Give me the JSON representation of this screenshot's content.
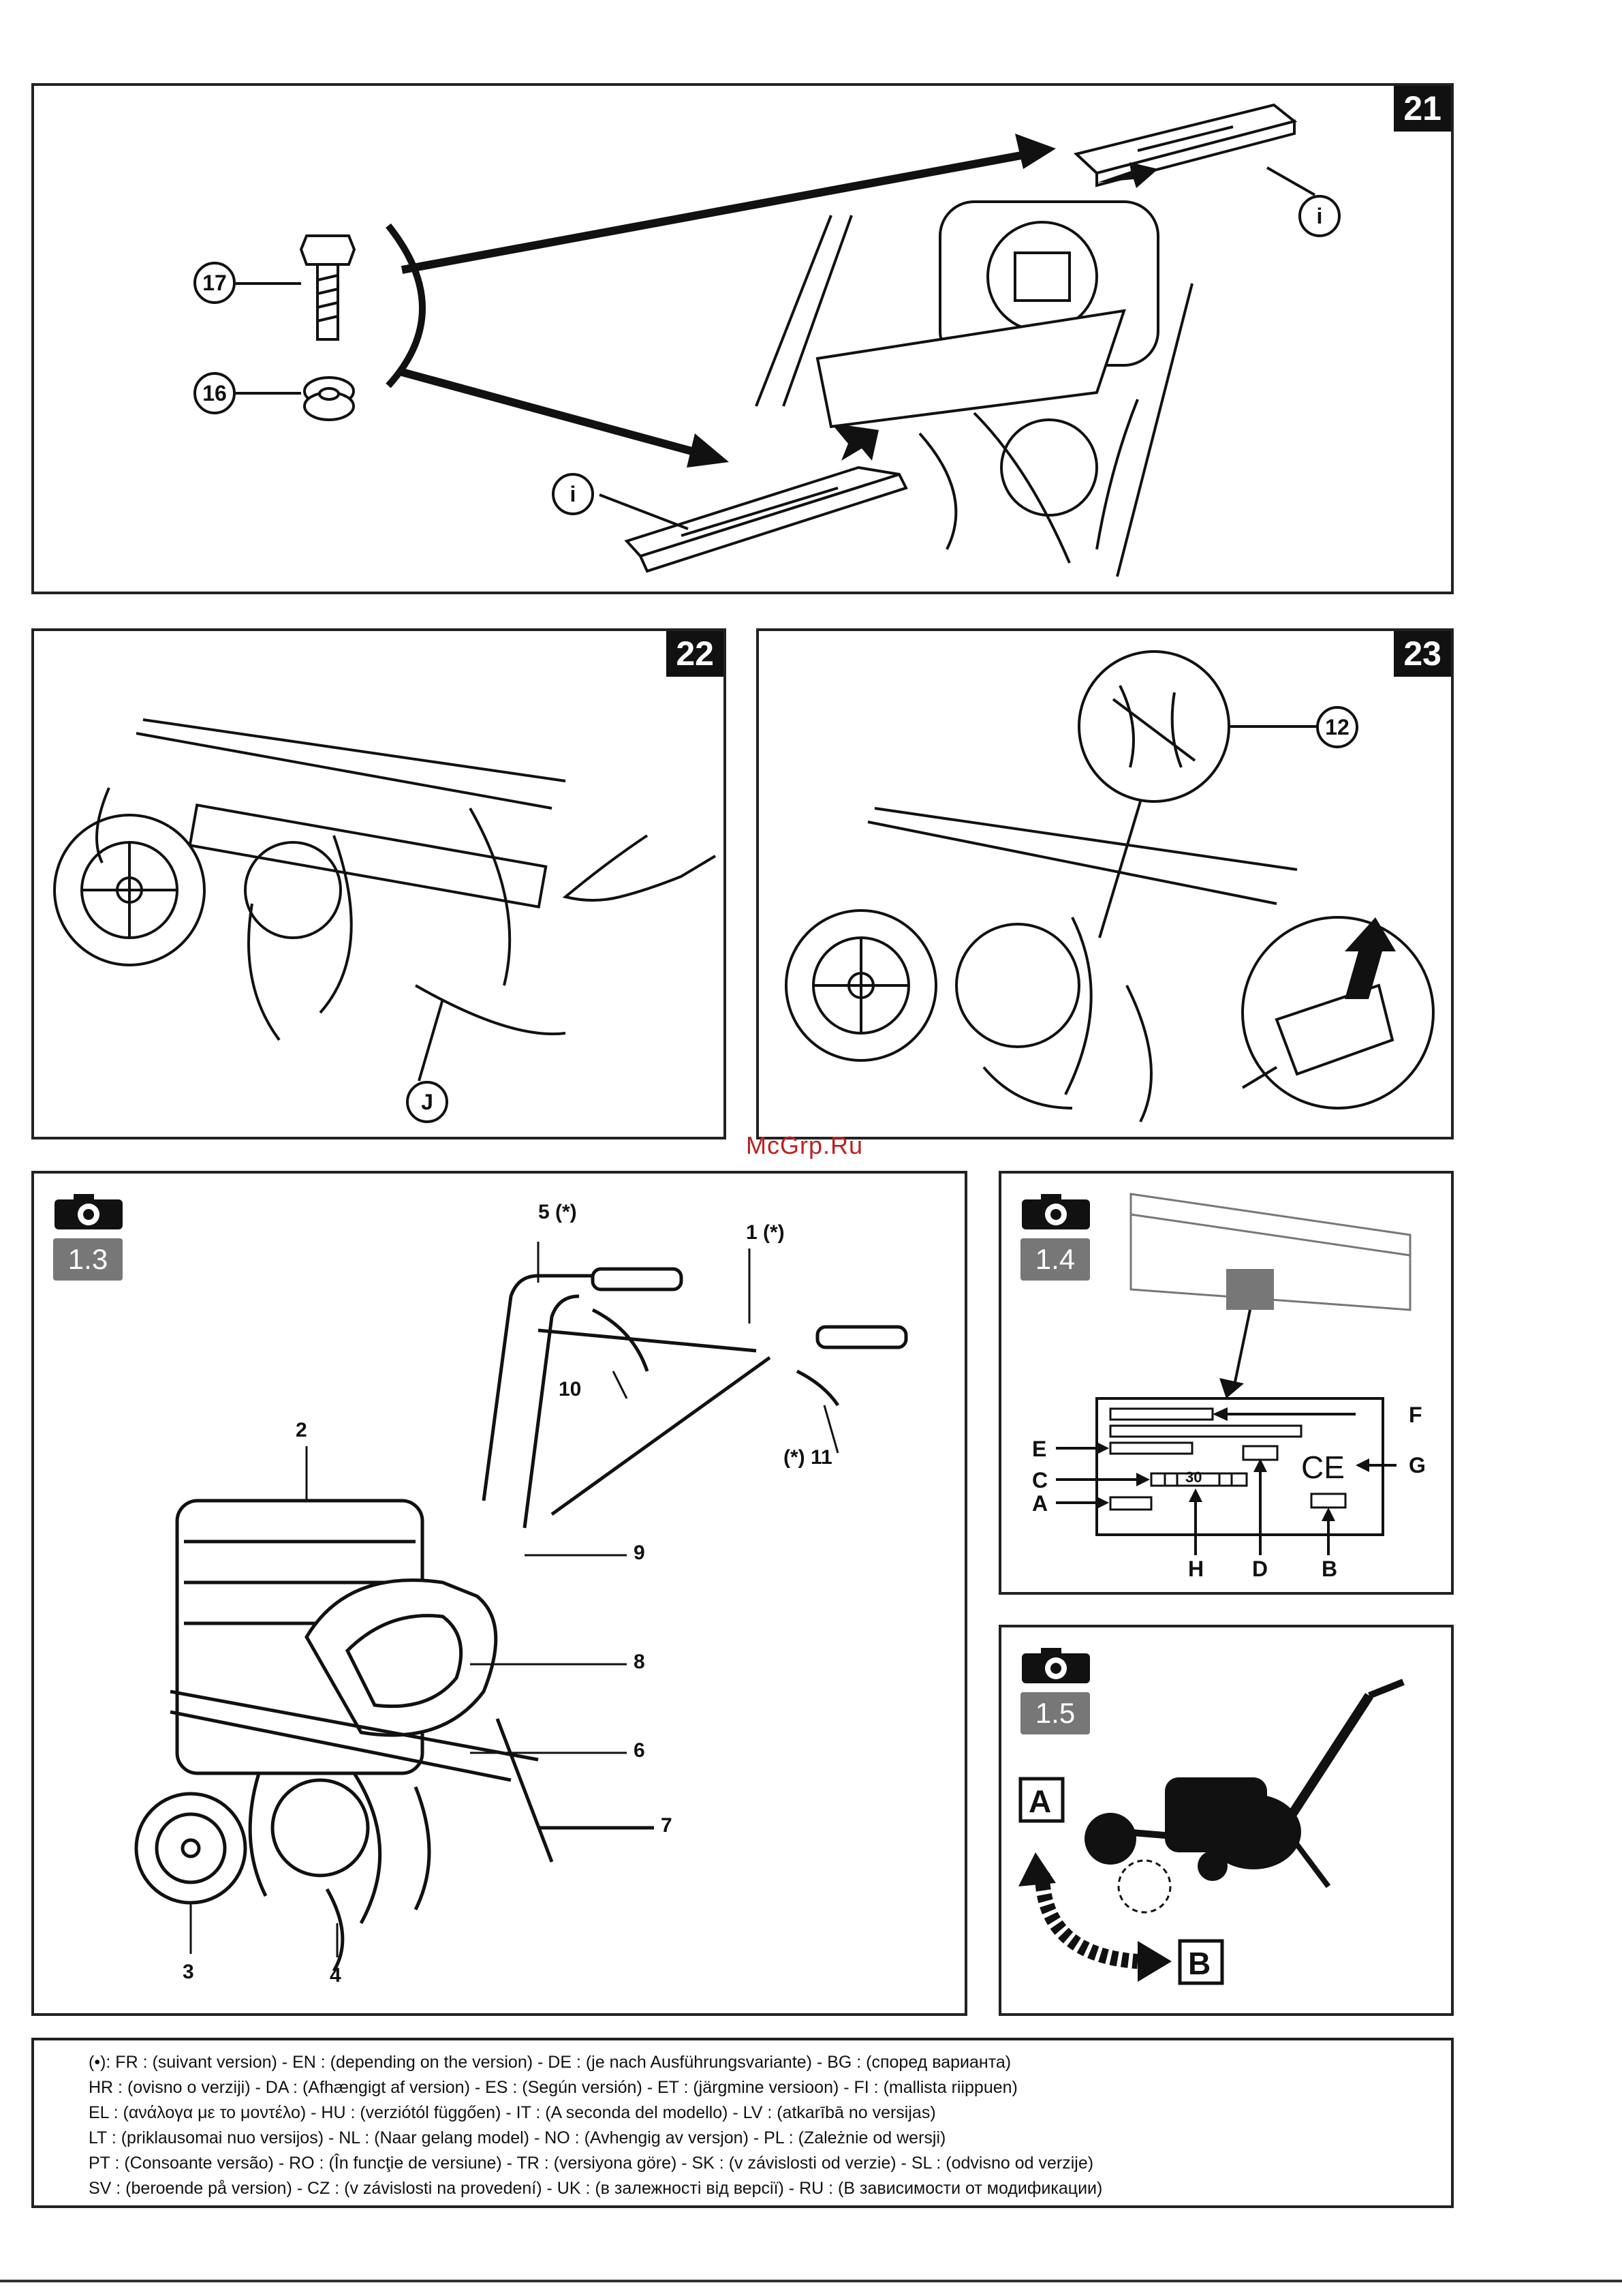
{
  "watermark": "McGrp.Ru",
  "figures": {
    "fig21": {
      "number": "21",
      "callouts": [
        "17",
        "16",
        "i",
        "i"
      ]
    },
    "fig22": {
      "number": "22",
      "callouts": [
        "J"
      ]
    },
    "fig23": {
      "number": "23",
      "callouts": [
        "12"
      ]
    },
    "fig13": {
      "badge": "1.3",
      "labels": {
        "l5": "5 (*)",
        "l1": "1 (*)",
        "l2": "2",
        "l10": "10",
        "l11": "(*) 11",
        "l9": "9",
        "l8": "8",
        "l6": "6",
        "l7": "7",
        "l3": "3",
        "l4": "4"
      }
    },
    "fig14": {
      "badge": "1.4",
      "labels": {
        "F": "F",
        "E": "E",
        "G": "G",
        "C": "C",
        "A": "A",
        "H": "H",
        "D": "D",
        "B": "B",
        "ce": "CE",
        "thirty": "30"
      }
    },
    "fig15": {
      "badge": "1.5",
      "labels": {
        "A": "A",
        "B": "B"
      }
    }
  },
  "footer": {
    "lines": [
      "(•): FR : (suivant version) - EN : (depending on the version) - DE : (je nach Ausführungsvariante) - BG : (според варианта)",
      "HR : (ovisno o verziji) - DA : (Afhængigt af version) - ES : (Según versión) - ET : (järgmine versioon) - FI : (mallista riippuen)",
      "EL : (ανάλογα με το μοντέλο) - HU : (verziótól függően) - IT : (A seconda del modello) - LV : (atkarībā no versijas)",
      "LT : (priklausomai nuo versijos) - NL : (Naar gelang model) - NO : (Avhengig av versjon) - PL : (Zależnie od wersji)",
      "PT : (Consoante versão) - RO : (În funcţie de versiune) - TR : (versiyona göre) - SK : (v závislosti od verzie) - SL : (odvisno od verzije)",
      "SV : (beroende på version) - CZ : (v závislosti na provedení) - UK : (в залежності від версії) - RU : (В зависимости от модификации)"
    ]
  },
  "icons": [
    "camera-icon",
    "bolt-icon",
    "nut-icon",
    "tiller-icon",
    "wheel-icon",
    "hand-icon",
    "arrow-icon",
    "ce-mark-icon"
  ]
}
